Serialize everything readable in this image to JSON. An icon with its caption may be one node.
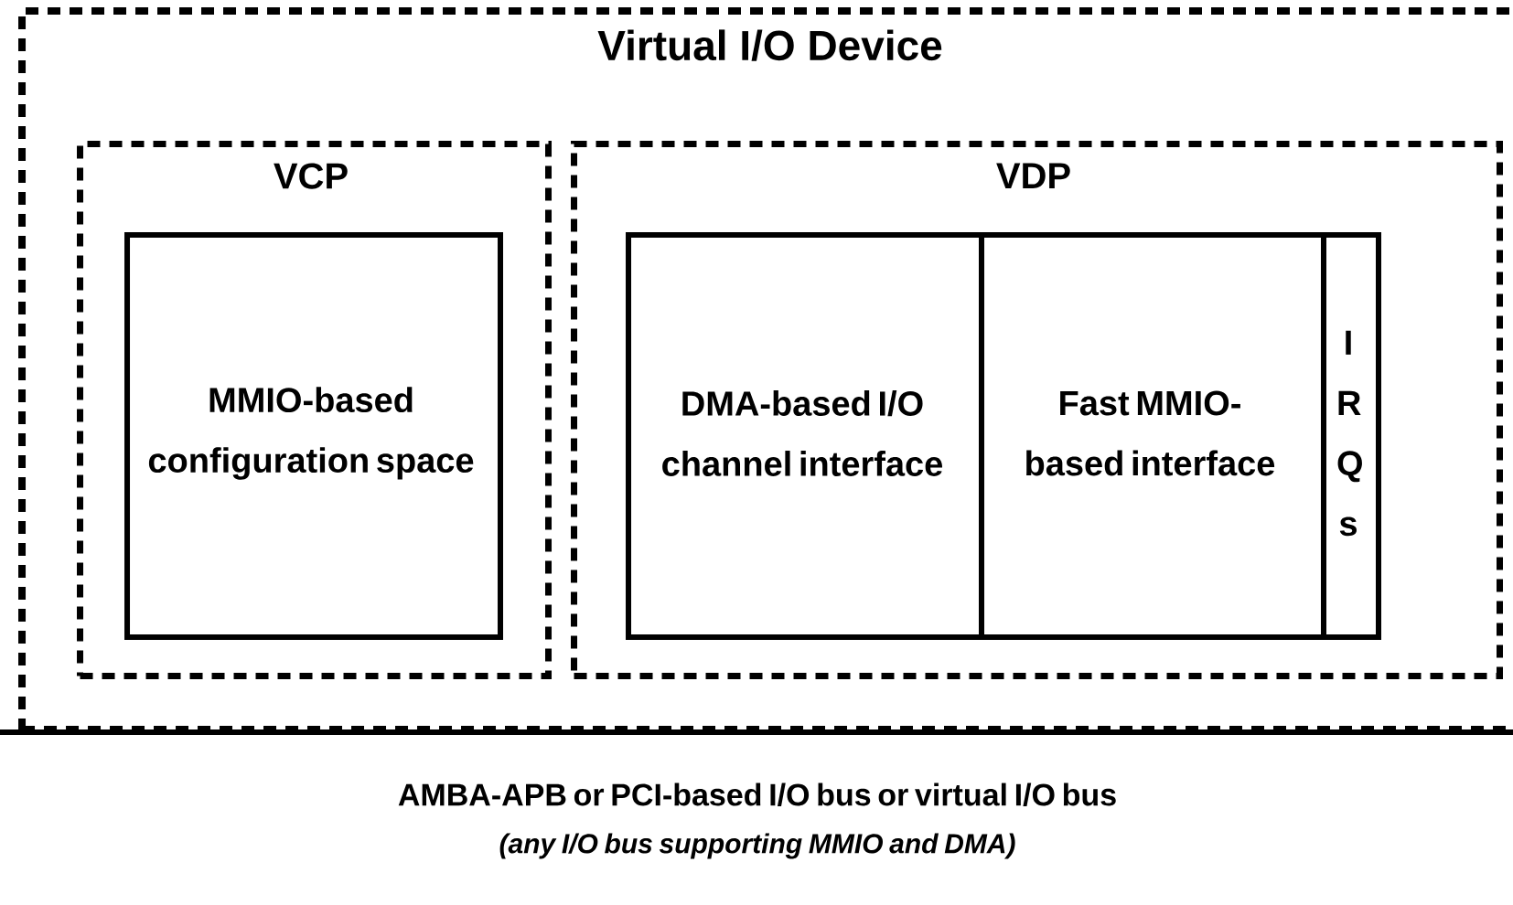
{
  "diagram": {
    "nodes": [
      {
        "text": [
          "Virtual I/O Device"
        ]
      },
      {
        "text": [
          "VCP"
        ],
        "in": 0
      },
      {
        "text": [
          "MMIO-based configuration space"
        ],
        "in": 1
      },
      {
        "text": [
          "VDP"
        ],
        "in": 0
      },
      {
        "text": [
          "DMA-based I/O channel interface"
        ],
        "in": 3
      },
      {
        "text": [
          "Fast MMIO-based interface"
        ],
        "in": 3
      },
      {
        "text": [
          "I R Q s"
        ],
        "in": 3
      },
      {
        "text": [
          "AMBA-APB or PCI-based I/O bus or virtual I/O bus",
          "(any I/O bus supporting MMIO and DMA)"
        ]
      }
    ]
  }
}
